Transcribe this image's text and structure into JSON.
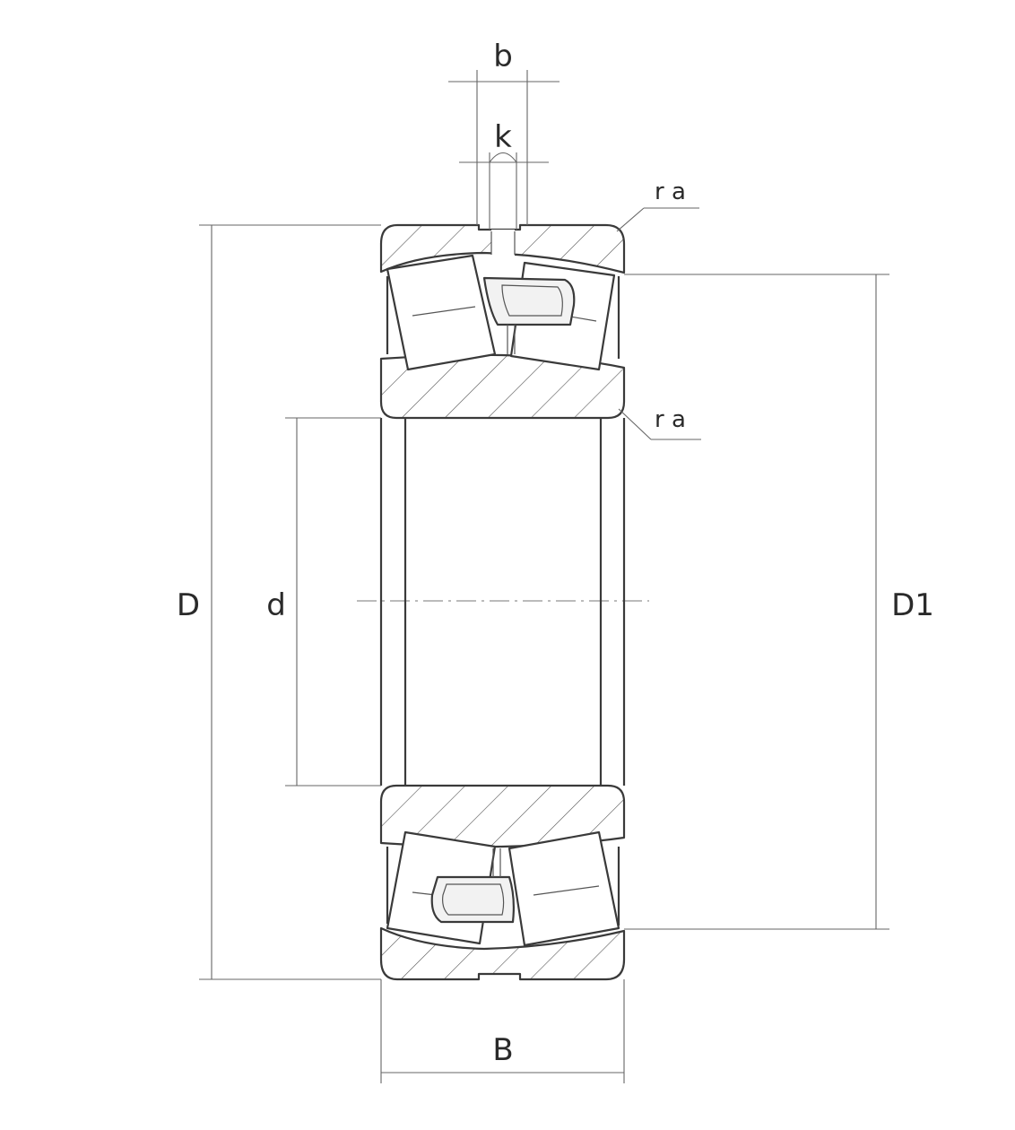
{
  "diagram": {
    "labels": {
      "b": "b",
      "k": "k",
      "r_outer": "r a",
      "r_inner": "r a",
      "D": "D",
      "d": "d",
      "D1": "D1",
      "B": "B"
    },
    "colors": {
      "line": "#3a3a3a",
      "dimension": "#666666",
      "background": "#ffffff"
    }
  }
}
